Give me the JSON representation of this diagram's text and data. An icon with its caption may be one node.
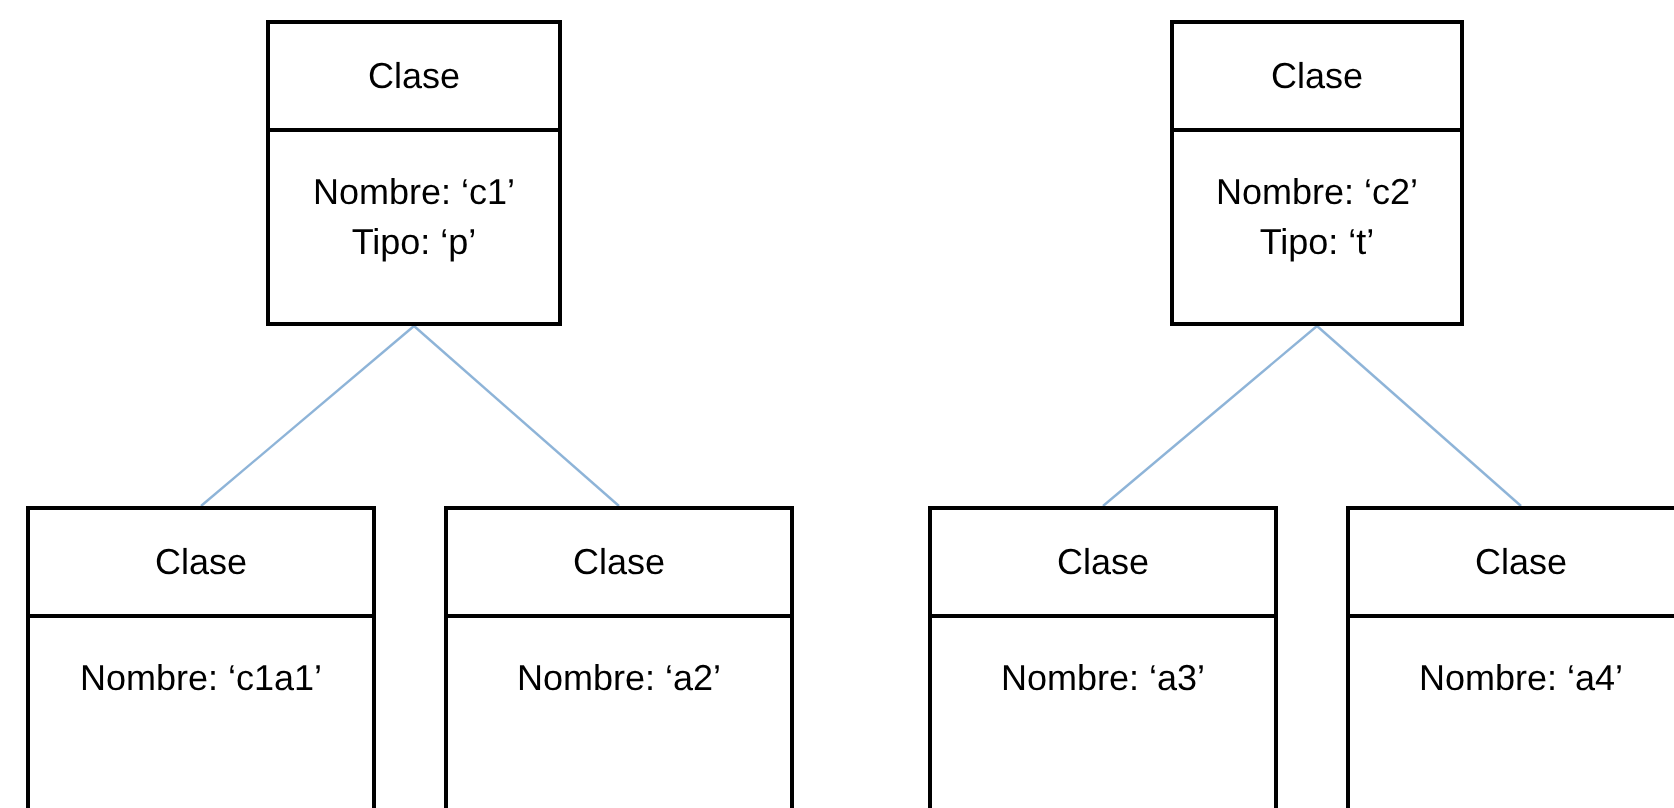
{
  "diagram": {
    "nodes": [
      {
        "text": [
          "Clase",
          "Nombre: ‘c1’",
          "Tipo: ‘p’"
        ]
      },
      {
        "text": [
          "Clase",
          "Nombre: ‘c1a1’"
        ]
      },
      {
        "text": [
          "Clase",
          "Nombre: ‘a2’"
        ]
      },
      {
        "text": [
          "Clase",
          "Nombre: ‘c2’",
          "Tipo: ‘t’"
        ]
      },
      {
        "text": [
          "Clase",
          "Nombre: ‘a3’"
        ]
      },
      {
        "text": [
          "Clase",
          "Nombre: ‘a4’"
        ]
      }
    ],
    "edges": [
      {
        "from": 0,
        "to": 1,
        "arrow": "none"
      },
      {
        "from": 0,
        "to": 2,
        "arrow": "none"
      },
      {
        "from": 3,
        "to": 4,
        "arrow": "none"
      },
      {
        "from": 3,
        "to": 5,
        "arrow": "none"
      }
    ]
  }
}
